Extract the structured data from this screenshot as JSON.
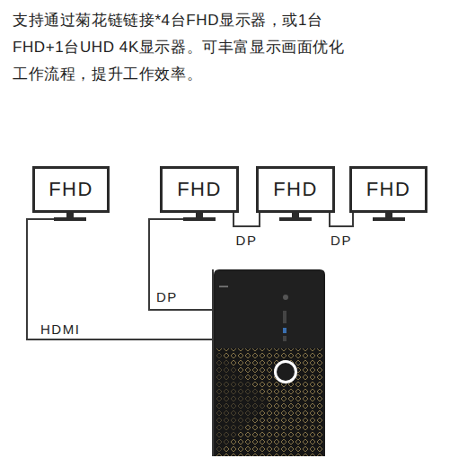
{
  "diagram": {
    "title": "支持通过菊花链链接*4台FHD显示器，或1台FHD+1台UHD 4K显示器。可丰富显示画面优化工作流程，提升工作效率。",
    "nodes": [
      {
        "text": [
          "FHD"
        ]
      },
      {
        "text": [
          "FHD"
        ]
      },
      {
        "text": [
          "FHD"
        ]
      },
      {
        "text": [
          "FHD"
        ]
      }
    ],
    "edges": [
      {
        "from": 1,
        "to": 2,
        "label": "DP",
        "arrow": "none"
      },
      {
        "from": 2,
        "to": 3,
        "label": "DP",
        "arrow": "none"
      }
    ],
    "labels": [
      "HDMI",
      "DP"
    ]
  }
}
